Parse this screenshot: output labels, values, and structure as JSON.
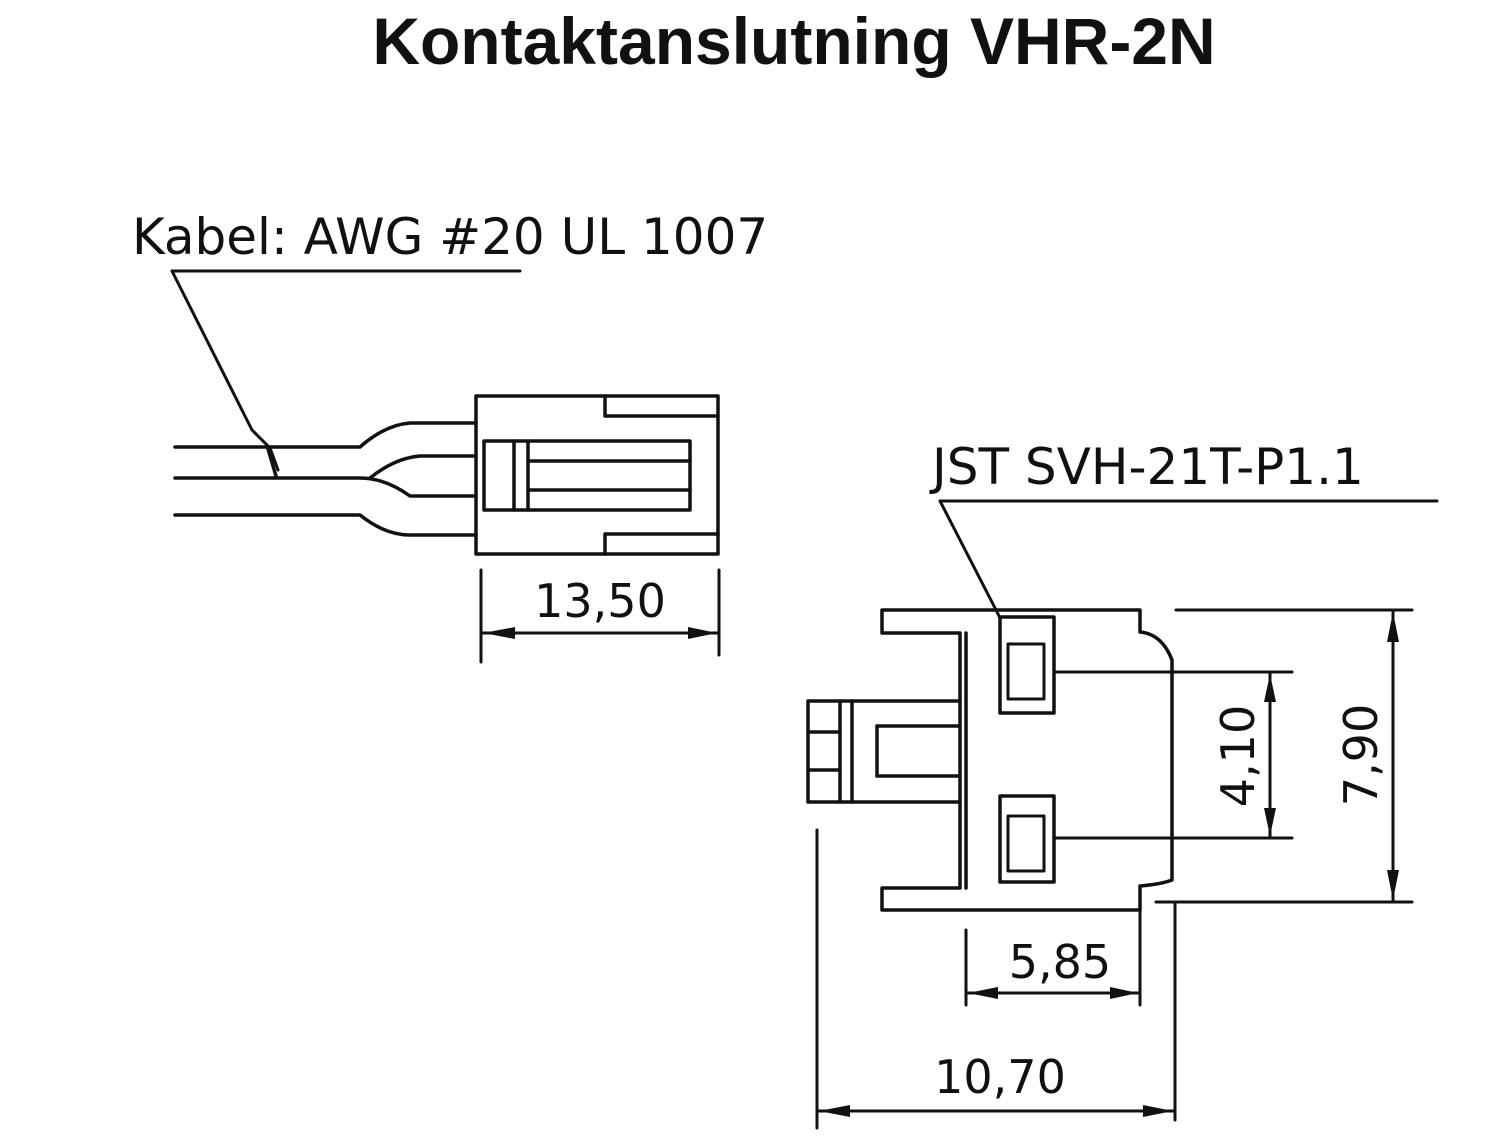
{
  "title": "Kontaktanslutning VHR-2N",
  "labels": {
    "cable": "Kabel: AWG #20 UL 1007",
    "contact": "JST SVH-21T-P1.1"
  },
  "dimensions": {
    "housing_length": "13,50",
    "contact_pitch": "4,10",
    "housing_height": "7,90",
    "body_depth": "5,85",
    "total_depth": "10,70"
  }
}
